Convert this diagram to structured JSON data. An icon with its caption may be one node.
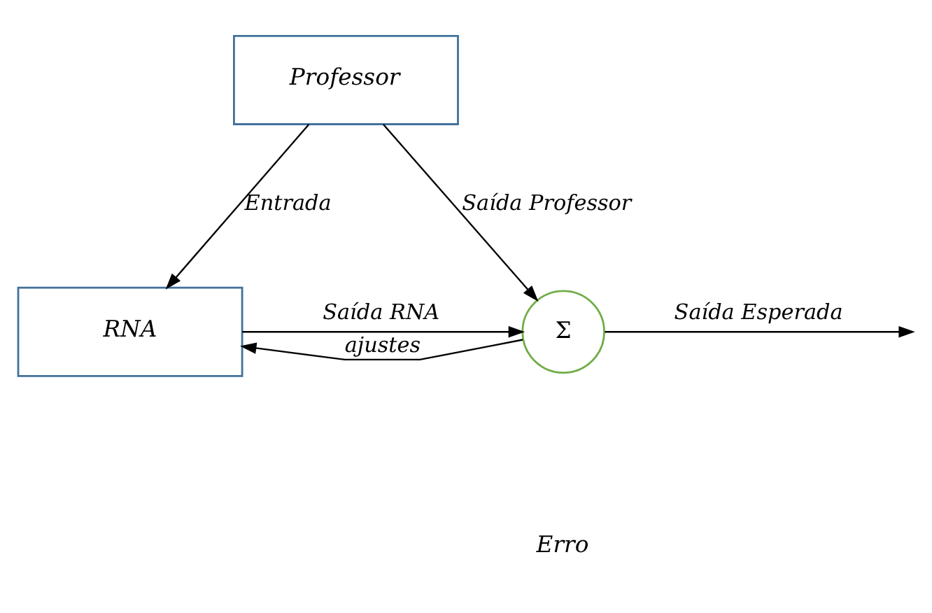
{
  "diagram": {
    "nodes": [
      {
        "text": [
          "Professor"
        ]
      },
      {
        "text": [
          "RNA"
        ]
      },
      {
        "text": [
          "Σ"
        ]
      }
    ],
    "edges": [
      {
        "from": 0,
        "to": 1,
        "arrow": "to",
        "label": "Entrada"
      },
      {
        "from": 0,
        "to": 2,
        "arrow": "to",
        "label": "Saída Professor"
      },
      {
        "from": 1,
        "to": 2,
        "arrow": "to",
        "label": "Saída RNA"
      },
      {
        "from": 2,
        "to": null,
        "arrow": "to",
        "label": "Saída Esperada"
      },
      {
        "from": 2,
        "to": 1,
        "arrow": "to",
        "label": "ajustes"
      }
    ],
    "labels": [
      "Erro"
    ]
  }
}
